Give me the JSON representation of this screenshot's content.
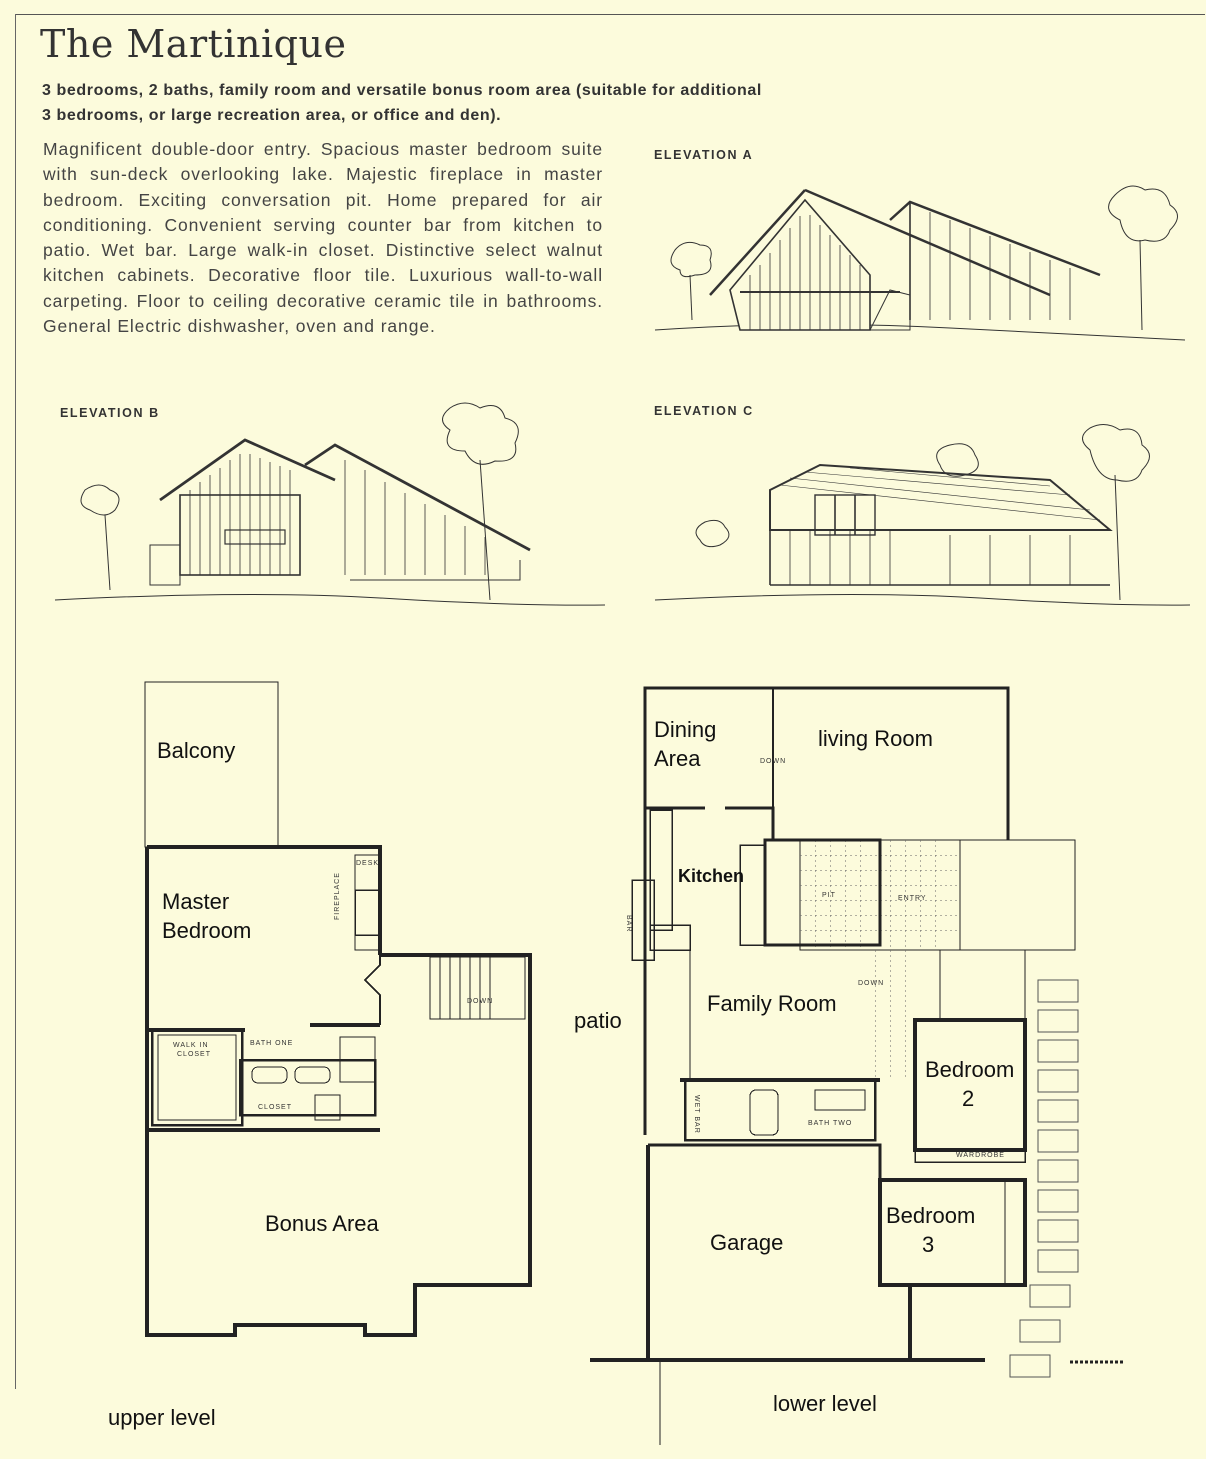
{
  "header": {
    "title": "The Martinique",
    "subtitle": "3 bedrooms, 2 baths, family room and versatile bonus room area (suitable for additional 3 bedrooms, or large recreation area, or office and den).",
    "description": "Magnificent double-door entry. Spacious master bedroom suite with sun-deck overlooking lake. Majestic fireplace in master bedroom. Exciting conversation pit. Home prepared for air conditioning. Convenient serving counter bar from kitchen to patio. Wet bar. Large walk-in closet. Distinctive select walnut kitchen cabinets. Decorative floor tile. Luxurious wall-to-wall carpeting. Floor to ceiling decorative ceramic tile in bathrooms. General Electric dishwasher, oven and range."
  },
  "elevations": {
    "a": "ELEVATION A",
    "b": "ELEVATION B",
    "c": "ELEVATION C"
  },
  "upper_level": {
    "caption": "upper level",
    "rooms": {
      "balcony": "Balcony",
      "master_1": "Master",
      "master_2": "Bedroom",
      "bonus": "Bonus Area"
    },
    "small_labels": {
      "walk_in_1": "WALK IN",
      "walk_in_2": "CLOSET",
      "bath_one": "BATH ONE",
      "closet": "CLOSET",
      "down": "DOWN",
      "desk": "DESK",
      "fireplace": "FIREPLACE"
    }
  },
  "lower_level": {
    "caption": "lower level",
    "patio": "patio",
    "rooms": {
      "dining_1": "Dining",
      "dining_2": "Area",
      "living": "living Room",
      "kitchen": "Kitchen",
      "family": "Family Room",
      "bedroom2_1": "Bedroom",
      "bedroom2_2": "2",
      "bedroom3_1": "Bedroom",
      "bedroom3_2": "3",
      "garage": "Garage"
    },
    "small_labels": {
      "down_living": "DOWN",
      "down_family": "DOWN",
      "bath_two": "BATH TWO",
      "pit": "PIT",
      "entry": "ENTRY",
      "bar": "BAR",
      "wardrobe": "WARDROBE",
      "wet_bar": "WET BAR"
    }
  }
}
